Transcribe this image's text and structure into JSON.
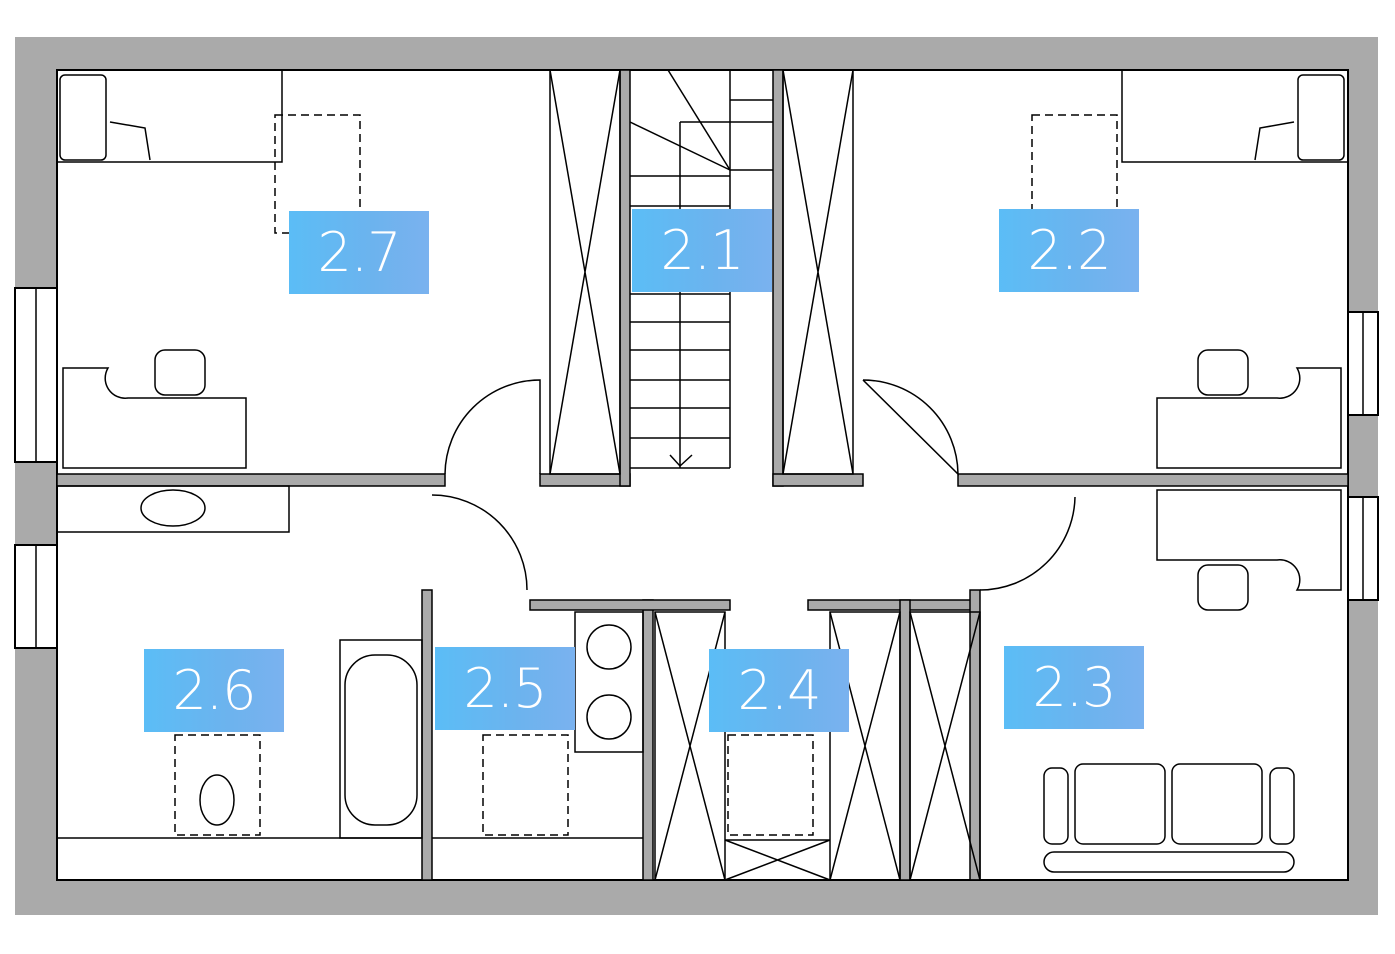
{
  "rooms": [
    {
      "id": "2.7",
      "label": "2.7"
    },
    {
      "id": "2.1",
      "label": "2.1"
    },
    {
      "id": "2.2",
      "label": "2.2"
    },
    {
      "id": "2.6",
      "label": "2.6"
    },
    {
      "id": "2.5",
      "label": "2.5"
    },
    {
      "id": "2.4",
      "label": "2.4"
    },
    {
      "id": "2.3",
      "label": "2.3"
    }
  ],
  "colors": {
    "label_bg": "#62b4f0",
    "wall": "#aaaaaa",
    "label_text": "#ffffff"
  }
}
